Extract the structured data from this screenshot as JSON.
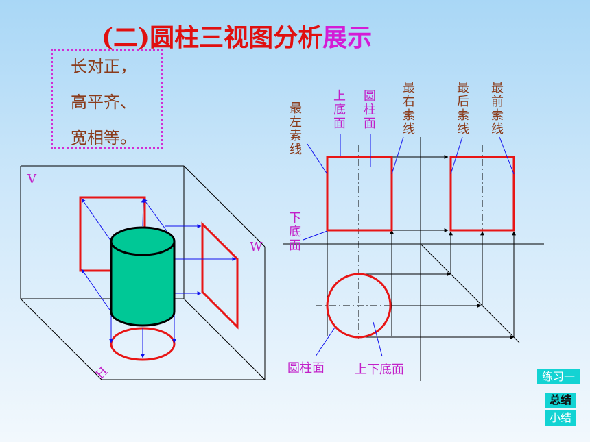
{
  "title": {
    "part1": "(二)圆柱三视图分析",
    "part2": "展示"
  },
  "rules": [
    "长对正，",
    "高平齐、",
    "宽相等。"
  ],
  "projection_labels": {
    "v": "V",
    "w": "W",
    "h": "H"
  },
  "view_labels": {
    "leftmost": [
      "最",
      "左",
      "素",
      "线"
    ],
    "top_base": [
      "上",
      "底",
      "面"
    ],
    "cylinder_face_top": [
      "圆",
      "柱",
      "面"
    ],
    "rightmost": [
      "最",
      "右",
      "素",
      "线"
    ],
    "rearmost": [
      "最",
      "后",
      "素",
      "线"
    ],
    "frontmost": [
      "最",
      "前",
      "素",
      "线"
    ],
    "bottom_base": [
      "下",
      "底",
      "面"
    ],
    "cylinder_face_bottom": "圆柱面",
    "top_bottom_base": "上下底面"
  },
  "nav": {
    "exercise": "练习一",
    "summary": "总结",
    "mini_summary": "小结"
  },
  "colors": {
    "title_red": "#e01010",
    "title_magenta": "#d41cd6",
    "outline_red": "#e81515",
    "label_magenta": "#c21fc8",
    "label_brown": "#8a3b1b",
    "cylinder_green": "#00c896",
    "button_cyan": "#13d3d3"
  }
}
